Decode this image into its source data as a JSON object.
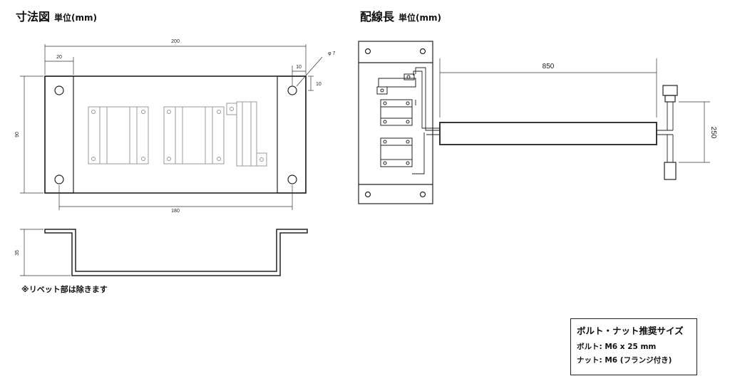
{
  "dimension_section": {
    "title": "寸法図",
    "unit": "単位(mm)"
  },
  "wiring_section": {
    "title": "配線長",
    "unit": "単位(mm)"
  },
  "dimensions": {
    "total_width": "200",
    "flange_width": "20",
    "offset_x": "10",
    "offset_y": "10",
    "hole_diameter": "φ 7",
    "height": "90",
    "hole_pitch": "180",
    "depth": "35"
  },
  "wiring": {
    "cable_length": "850",
    "lead_length": "250"
  },
  "note": "※リベット部は除きます",
  "bolt_spec": {
    "title": "ボルト・ナット推奨サイズ",
    "bolt": "ボルト: M6 x 25 mm",
    "nut": "ナット: M6 (フランジ付き)"
  }
}
